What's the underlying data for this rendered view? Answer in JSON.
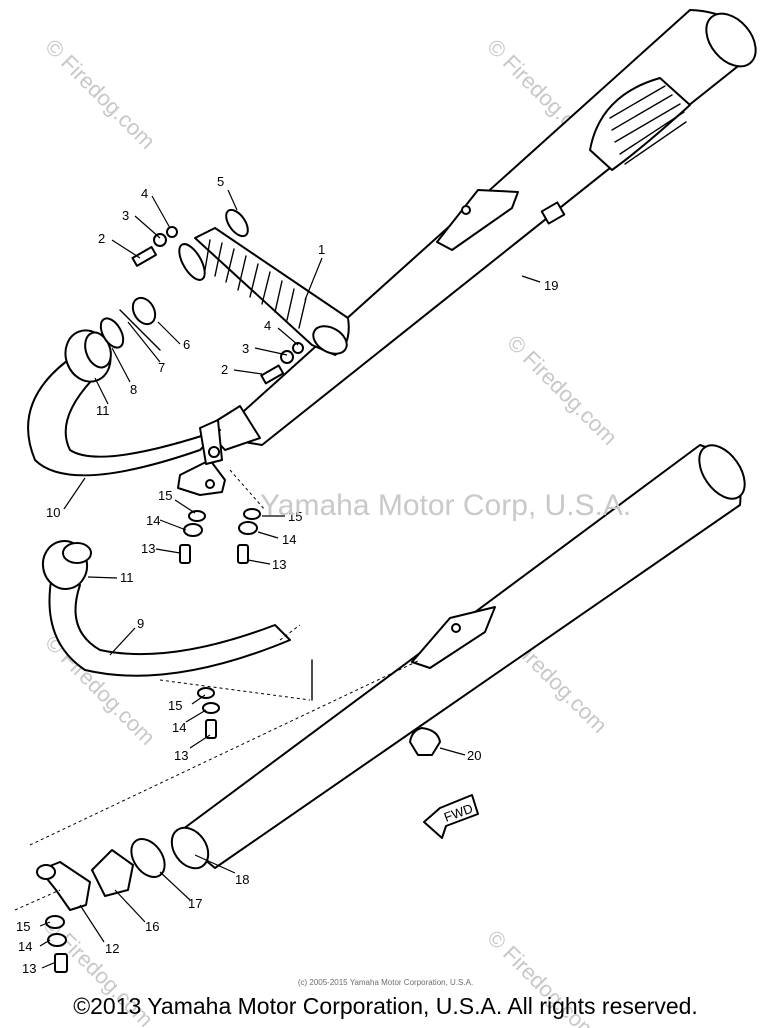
{
  "watermark": {
    "site": "© Firedog.com",
    "center": "Yamaha Motor Corp, U.S.A."
  },
  "callouts": {
    "c1": "1",
    "c2a": "2",
    "c2b": "2",
    "c3a": "3",
    "c3b": "3",
    "c4a": "4",
    "c4b": "4",
    "c5": "5",
    "c6": "6",
    "c7": "7",
    "c8": "8",
    "c9": "9",
    "c10": "10",
    "c11a": "11",
    "c11b": "11",
    "c12": "12",
    "c13a": "13",
    "c13b": "13",
    "c13c": "13",
    "c13d": "13",
    "c14a": "14",
    "c14b": "14",
    "c14c": "14",
    "c14d": "14",
    "c15a": "15",
    "c15b": "15",
    "c15c": "15",
    "c15d": "15",
    "c16": "16",
    "c17": "17",
    "c18": "18",
    "c19": "19",
    "c20": "20"
  },
  "fwd_label": "FWD",
  "small_credit": "(c) 2005-2015 Yamaha Motor Corporation, U.S.A.",
  "copyright": "©2013 Yamaha Motor Corporation, U.S.A. All rights reserved."
}
